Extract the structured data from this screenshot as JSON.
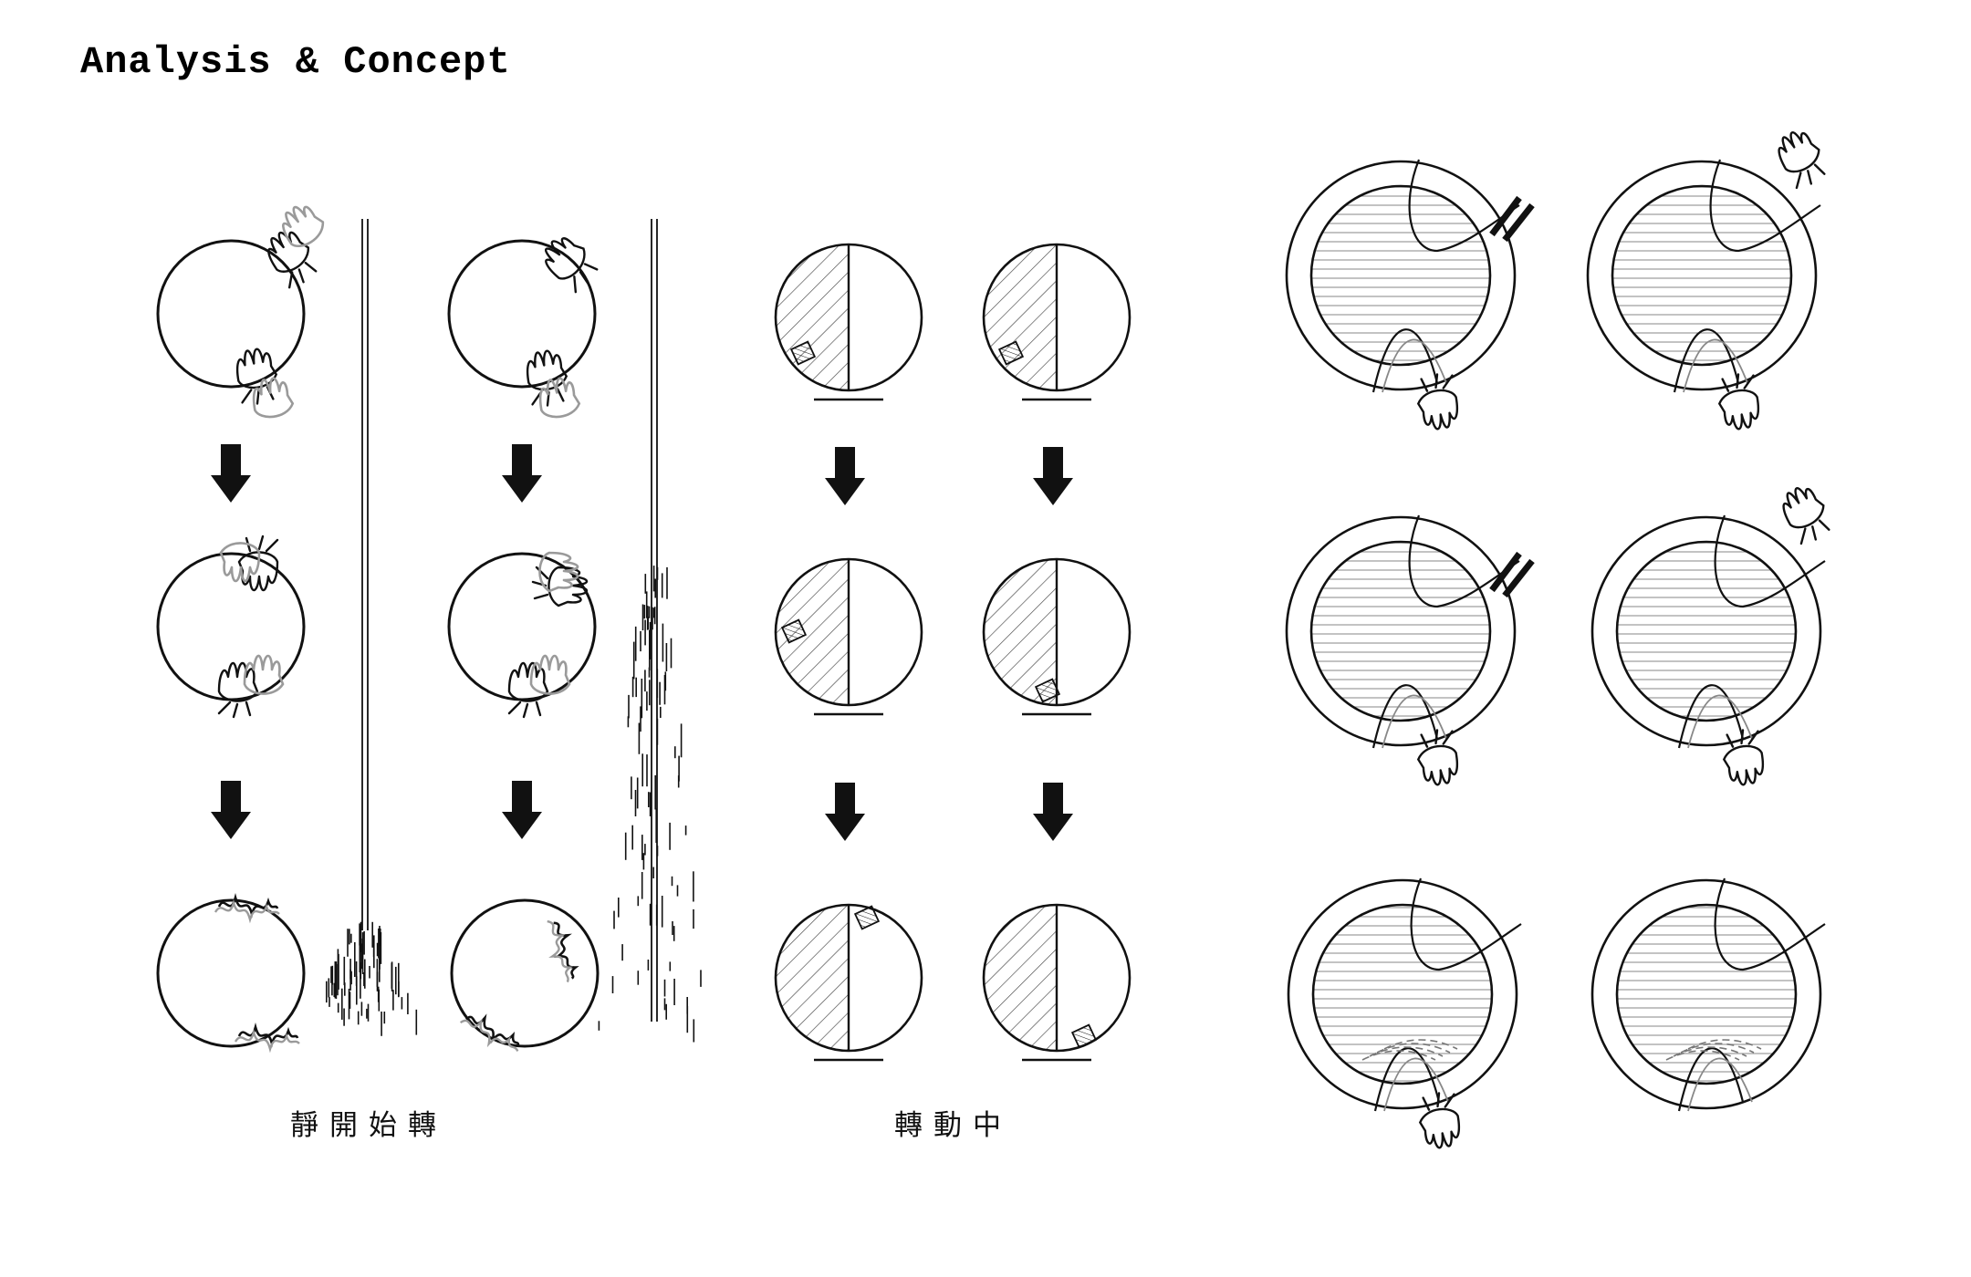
{
  "title": "Analysis & Concept",
  "captions": {
    "left": "靜開始轉",
    "middle": "轉動中"
  },
  "colors": {
    "ink": "#111111",
    "grey": "#8a8a8a",
    "light": "#b5b5b5",
    "background": "#ffffff"
  },
  "icons": [
    "hand-icon",
    "down-arrow-icon",
    "pinch-gesture-icon"
  ]
}
